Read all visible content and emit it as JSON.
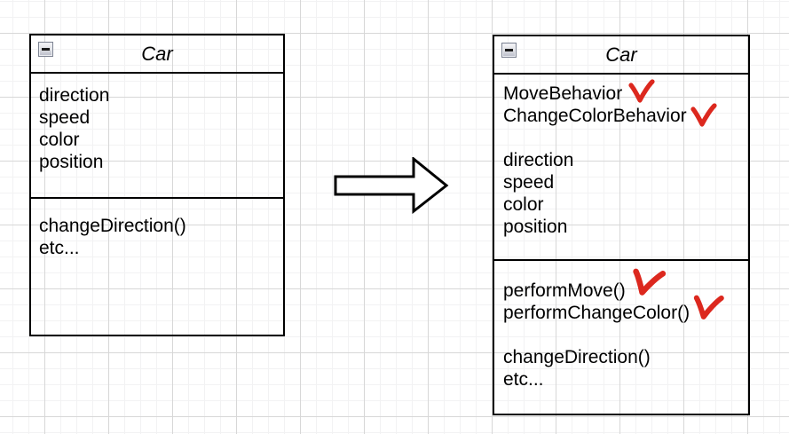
{
  "colors": {
    "checkmark": "#dc281e",
    "shape_border": "#000000",
    "grid_minor": "#f2f2f3",
    "grid_major": "#d7d7d7"
  },
  "icons": {
    "collapse_button": "minus-icon",
    "checkmark": "red-check-icon",
    "transform": "right-block-arrow"
  },
  "left_class": {
    "title": "Car",
    "attributes": [
      "direction",
      "speed",
      "color",
      "position"
    ],
    "methods": [
      "changeDirection()",
      "etc..."
    ]
  },
  "right_class": {
    "title": "Car",
    "attributes": [
      "MoveBehavior",
      "ChangeColorBehavior",
      "",
      "direction",
      "speed",
      "color",
      "position"
    ],
    "methods": [
      "performMove()",
      "performChangeColor()",
      "",
      "changeDirection()",
      "etc..."
    ]
  }
}
